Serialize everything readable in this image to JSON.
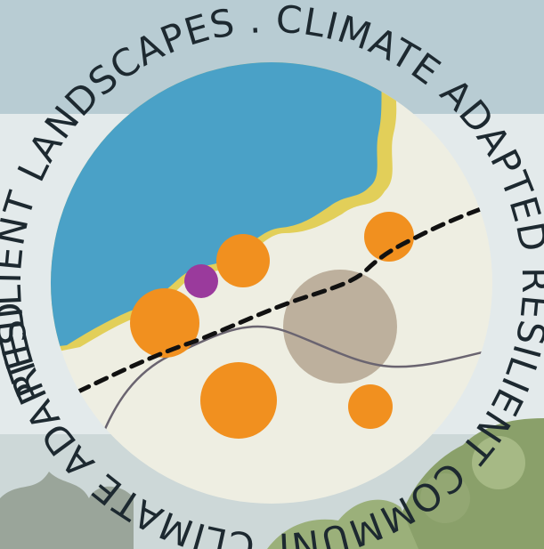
{
  "ring_text": {
    "top": "RESILIENT LANDSCAPES . CLIMATE ADAPTED",
    "right": "RESILIENT COMMUNITIES",
    "bottom_left": "CLIMATE ADAPTED"
  },
  "colors": {
    "sky": "#b8ccd3",
    "band": "#e3eaeb",
    "paper": "#eeeee2",
    "water": "#4aa1c7",
    "shore": "#e2cf59",
    "orange": "#f1901f",
    "purple": "#9a3a9c",
    "taupe": "#bdb09d",
    "text": "#1d2930",
    "foliage": "#7a8d5c"
  },
  "icons": {
    "water": "lake-shape",
    "settlements": "orange-circle",
    "feature": "purple-circle",
    "hub": "taupe-circle",
    "route": "dashed-line",
    "stream": "thin-line"
  }
}
